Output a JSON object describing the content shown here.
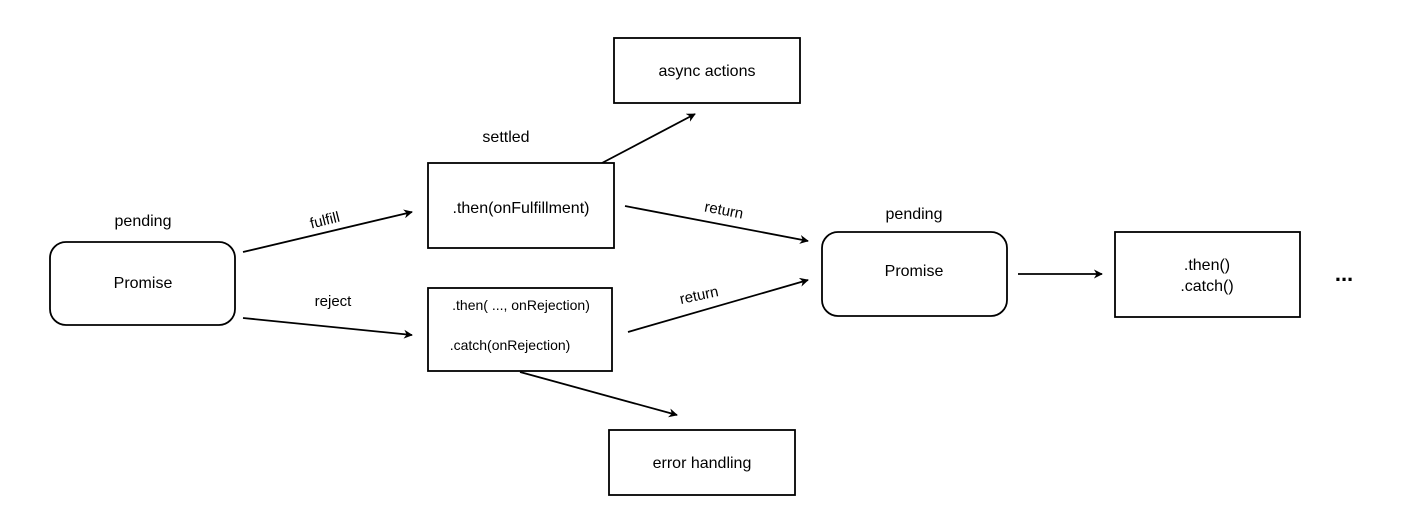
{
  "diagram": {
    "state_labels": {
      "pending_left": "pending",
      "settled": "settled",
      "pending_right": "pending"
    },
    "nodes": {
      "promise_left": "Promise",
      "then_fulfillment": ".then(onFulfillment)",
      "then_rejection_line1": ".then( ..., onRejection)",
      "then_rejection_line2": ".catch(onRejection)",
      "async_actions": "async actions",
      "error_handling": "error handling",
      "promise_right": "Promise",
      "then_catch_line1": ".then()",
      "then_catch_line2": ".catch()",
      "ellipsis": "..."
    },
    "edges": {
      "fulfill": "fulfill",
      "reject": "reject",
      "return_top": "return",
      "return_bottom": "return"
    }
  }
}
